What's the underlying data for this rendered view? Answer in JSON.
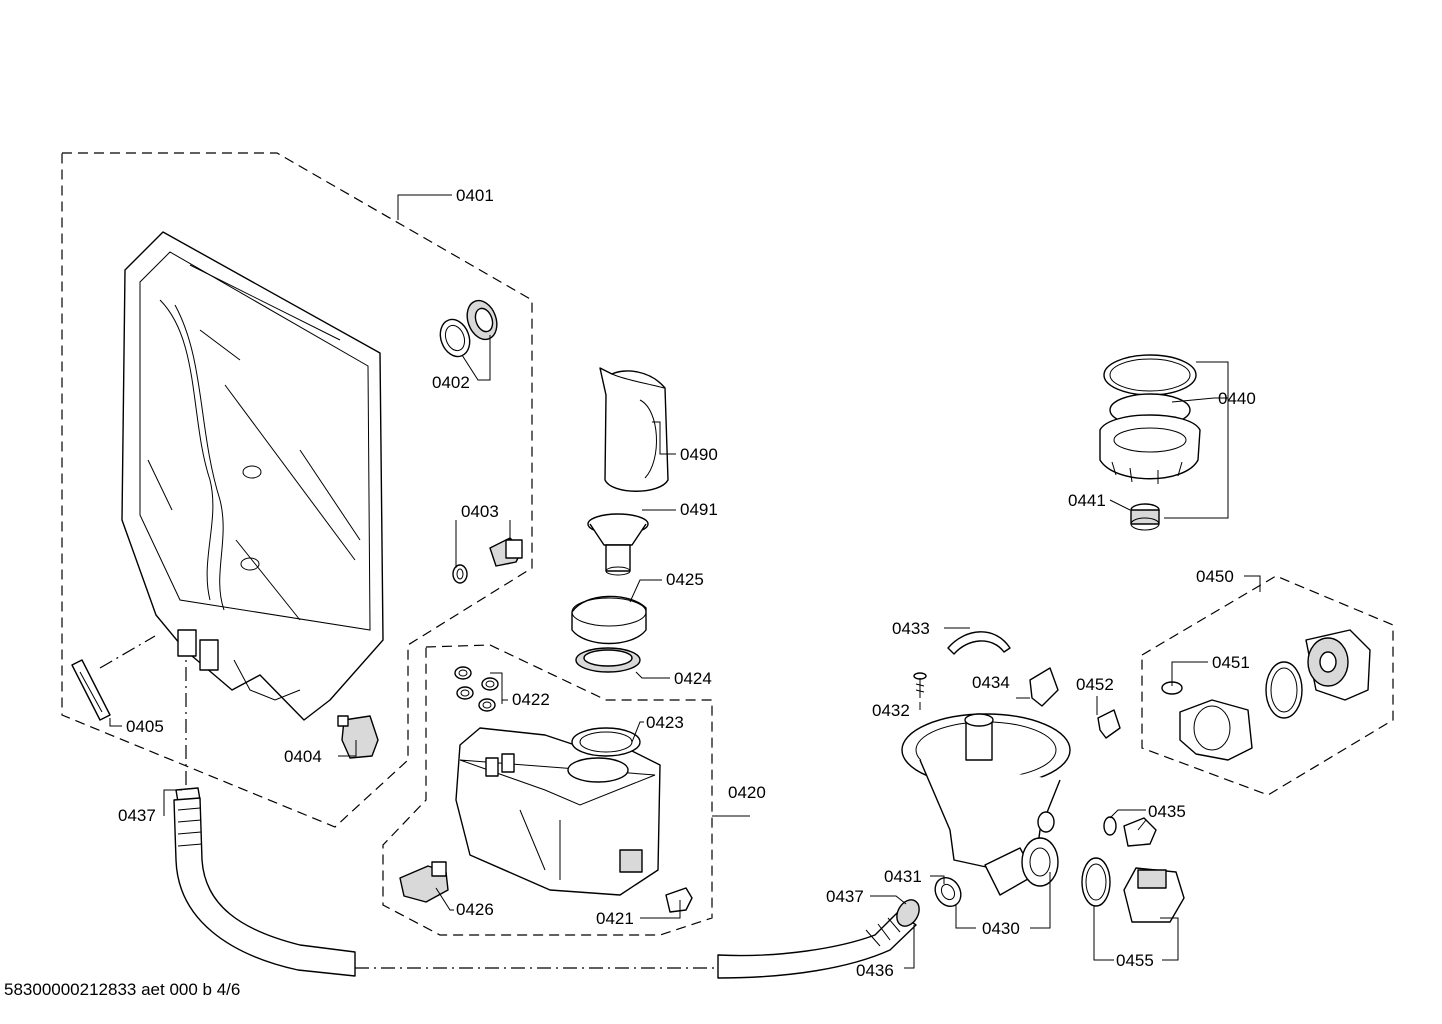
{
  "labels": {
    "l0401": "0401",
    "l0402": "0402",
    "l0403": "0403",
    "l0404": "0404",
    "l0405": "0405",
    "l0490": "0490",
    "l0491": "0491",
    "l0425": "0425",
    "l0424": "0424",
    "l0422": "0422",
    "l0423": "0423",
    "l0420": "0420",
    "l0426": "0426",
    "l0421": "0421",
    "l0437a": "0437",
    "l0437b": "0437",
    "l0436": "0436",
    "l0431": "0431",
    "l0430": "0430",
    "l0433": "0433",
    "l0432": "0432",
    "l0434": "0434",
    "l0452": "0452",
    "l0440": "0440",
    "l0441": "0441",
    "l0450": "0450",
    "l0451": "0451",
    "l0435": "0435",
    "l0455": "0455"
  },
  "footer": {
    "code": "58300000212833 aet 000 b 4/6"
  }
}
